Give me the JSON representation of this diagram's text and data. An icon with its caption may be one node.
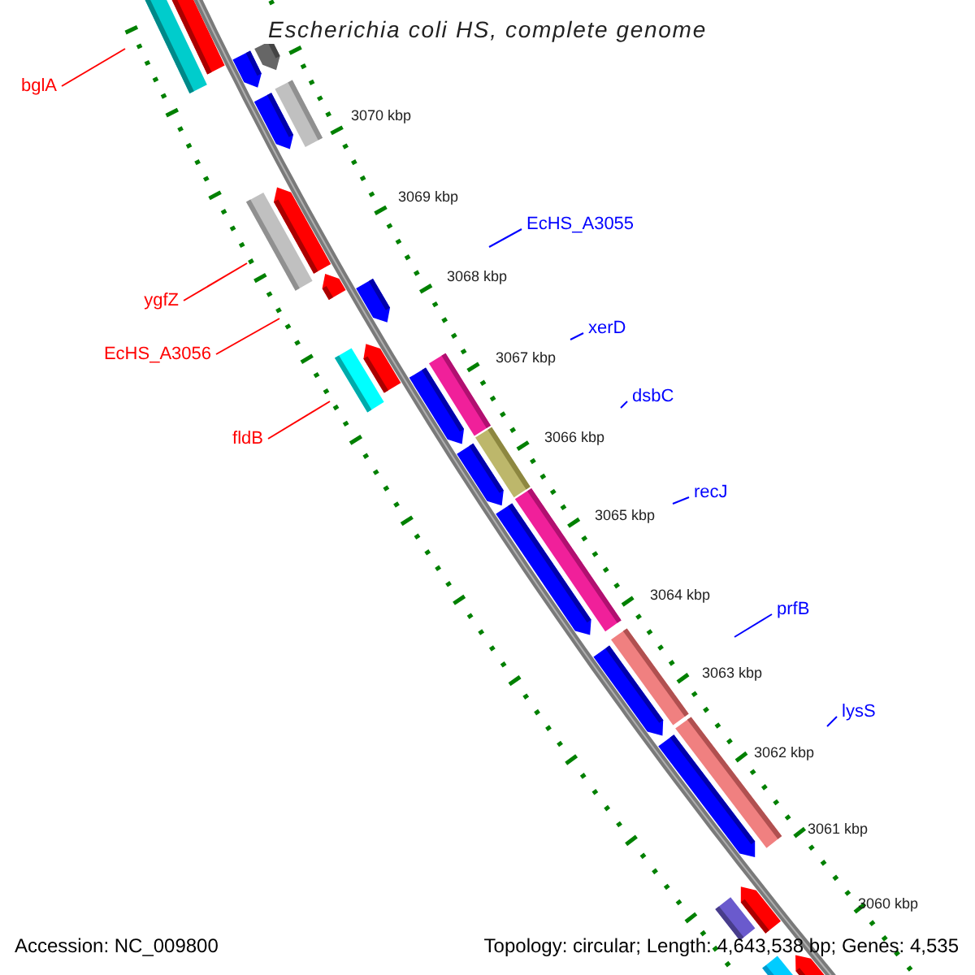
{
  "diagram": {
    "title": "Escherichia coli HS, complete genome",
    "nodes": [
      {
        "text": [
          "bglA"
        ]
      },
      {
        "text": [
          "EcHS_A3055"
        ]
      },
      {
        "text": [
          "ygfZ"
        ]
      },
      {
        "text": [
          "xerD"
        ]
      },
      {
        "text": [
          "EcHS_A3056"
        ]
      },
      {
        "text": [
          "dsbC"
        ]
      },
      {
        "text": [
          "fldB"
        ]
      },
      {
        "text": [
          "recJ"
        ]
      },
      {
        "text": [
          "prfB"
        ]
      },
      {
        "text": [
          "lysS"
        ]
      }
    ],
    "edges": [
      {
        "from": 0,
        "to": null,
        "arrow": "none",
        "color": "#ff0000"
      },
      {
        "from": 1,
        "to": null,
        "arrow": "none"
      },
      {
        "from": 2,
        "to": null,
        "arrow": "none",
        "color": "#ff0000"
      },
      {
        "from": 3,
        "to": null,
        "arrow": "none"
      },
      {
        "from": 4,
        "to": null,
        "arrow": "none",
        "color": "#ff0000"
      },
      {
        "from": 5,
        "to": null,
        "arrow": "none"
      },
      {
        "from": 6,
        "to": null,
        "arrow": "none",
        "color": "#ff0000"
      },
      {
        "from": 7,
        "to": null,
        "arrow": "none"
      },
      {
        "from": 8,
        "to": null,
        "arrow": "none"
      },
      {
        "from": 9,
        "to": null,
        "arrow": "none"
      }
    ],
    "labels": [
      "3070 kbp",
      "3069 kbp",
      "3068 kbp",
      "3067 kbp",
      "3066 kbp",
      "3065 kbp",
      "3064 kbp",
      "3063 kbp",
      "3062 kbp",
      "3061 kbp",
      "3060 kbp",
      "Accession: NC_009800",
      "Topology: circular; Length: 4,643,538 bp; Genes: 4,535"
    ]
  }
}
